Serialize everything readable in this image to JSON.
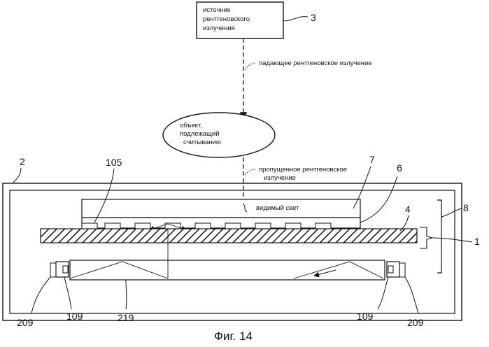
{
  "source_box": {
    "line1": "источник",
    "line2": "рентгеновского",
    "line3": "излучения"
  },
  "labels": {
    "incident_xray": "падающее рентгеновское излучение",
    "object_line1": "объект,",
    "object_line2": "подлежащий",
    "object_line3": "считыванию",
    "transmitted_line1": "пропущенное рентгеновское",
    "transmitted_line2": "излучение",
    "visible_light": "видимый свет"
  },
  "numbers": {
    "n3": "3",
    "n2": "2",
    "n105": "105",
    "n7": "7",
    "n6": "6",
    "n4": "4",
    "n8": "8",
    "n1": "1",
    "n209_left": "209",
    "n109_left": "109",
    "n219": "219",
    "n109_right": "109",
    "n209_right": "209"
  },
  "caption": "Фиг. 14"
}
